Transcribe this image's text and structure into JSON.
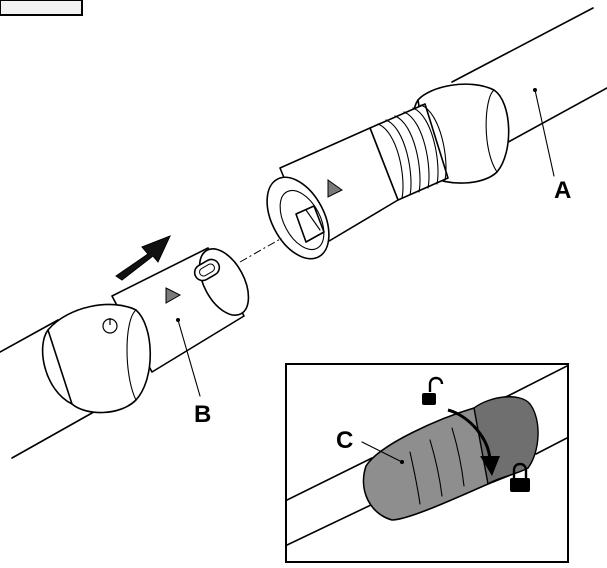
{
  "diagram": {
    "callouts": {
      "a": "A",
      "b": "B",
      "c": "C"
    },
    "icons": {
      "push_direction": "arrow-right-up-icon",
      "align_mark": "triangle-icon",
      "unlock": "unlocked-padlock-icon",
      "lock": "locked-padlock-icon",
      "rotate": "curved-arrow-icon"
    },
    "colors": {
      "line": "#000000",
      "background": "#ffffff",
      "cap": "#8e8e8e"
    }
  }
}
